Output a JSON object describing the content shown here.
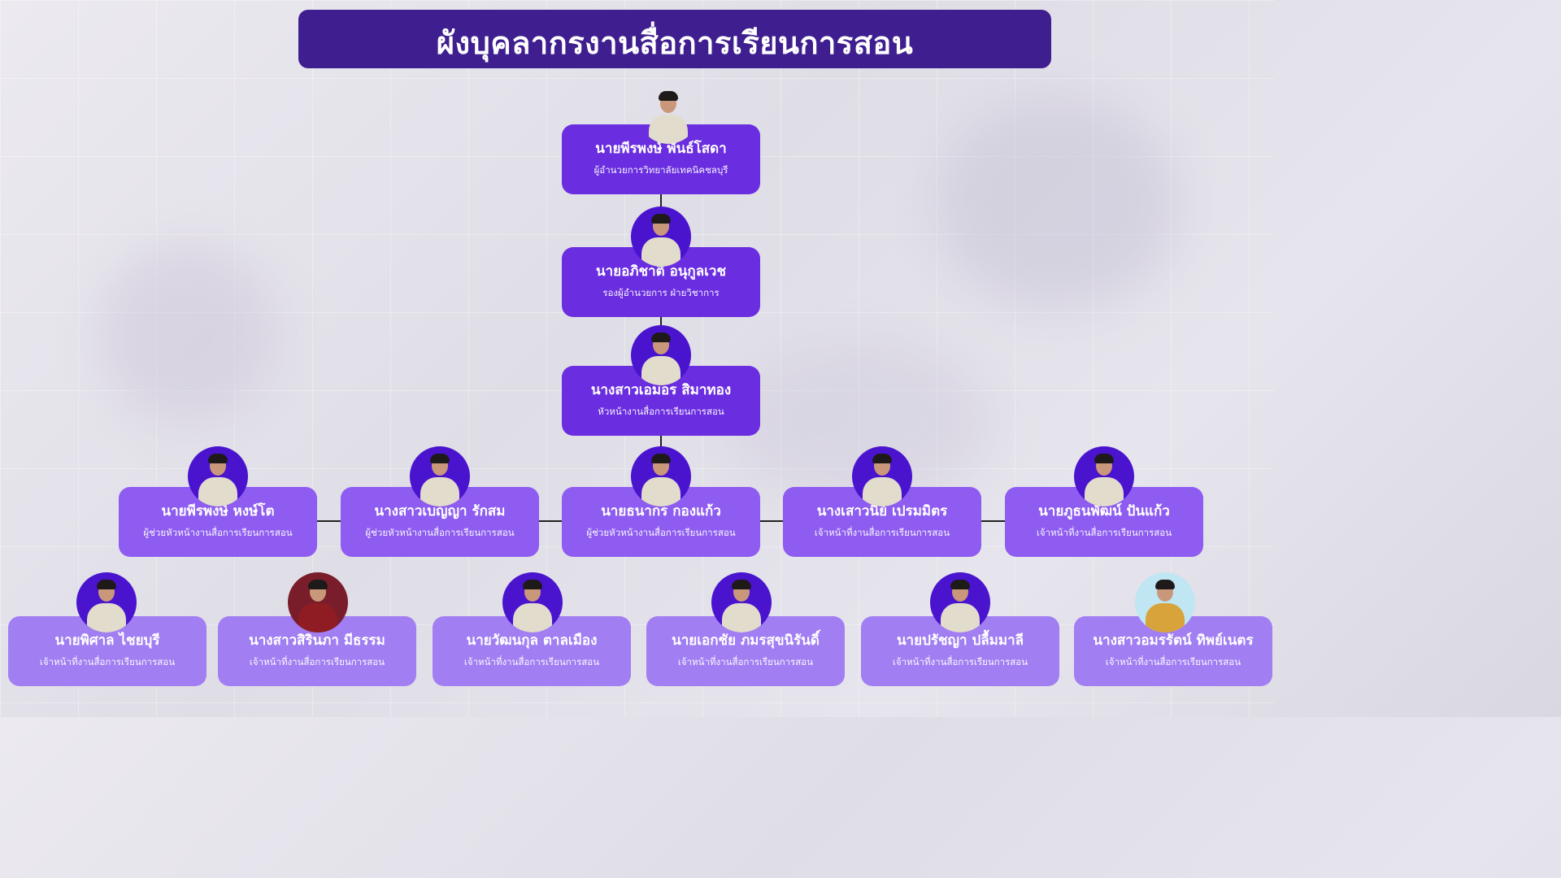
{
  "title": "ผังบุคลากรงานสื่อการเรียนการสอน",
  "colors": {
    "title_bg": "#3f1e8f",
    "node_dark": "#6a2de0",
    "node_mid": "#8e5cf0",
    "node_light": "#a17ef2",
    "avatar_bg": "#4a14cf"
  },
  "people": [
    {
      "id": "director",
      "name": "นายพีรพงษ์  พันธ์โสดา",
      "role": "ผู้อำนวยการวิทยาลัยเทคนิคชลบุรี",
      "icon": "person-photo-icon"
    },
    {
      "id": "deputy",
      "name": "นายอภิชาติ  อนุกูลเวช",
      "role": "รองผู้อำนวยการ ฝ่ายวิชาการ",
      "icon": "person-photo-icon"
    },
    {
      "id": "head",
      "name": "นางสาวเอมอร  สิมาทอง",
      "role": "หัวหน้างานสื่อการเรียนการสอน",
      "icon": "person-photo-icon"
    },
    {
      "id": "r1",
      "name": "นายพีรพงษ์  หงษ์โต",
      "role": "ผู้ช่วยหัวหน้างานสื่อการเรียนการสอน",
      "icon": "person-photo-icon"
    },
    {
      "id": "r2",
      "name": "นางสาวเบญญา  รักสม",
      "role": "ผู้ช่วยหัวหน้างานสื่อการเรียนการสอน",
      "icon": "person-photo-icon"
    },
    {
      "id": "r3",
      "name": "นายธนากร  กองแก้ว",
      "role": "ผู้ช่วยหัวหน้างานสื่อการเรียนการสอน",
      "icon": "person-photo-icon"
    },
    {
      "id": "r4",
      "name": "นางเสาวนีย์  เปรมมิตร",
      "role": "เจ้าหน้าที่งานสื่อการเรียนการสอน",
      "icon": "person-photo-icon"
    },
    {
      "id": "r5",
      "name": "นายภูธนพัฒน์  ปันแก้ว",
      "role": "เจ้าหน้าที่งานสื่อการเรียนการสอน",
      "icon": "person-photo-icon"
    },
    {
      "id": "b1",
      "name": "นายพิศาล  ไชยบุรี",
      "role": "เจ้าหน้าที่งานสื่อการเรียนการสอน",
      "icon": "person-photo-icon"
    },
    {
      "id": "b2",
      "name": "นางสาวสิรินภา  มีธรรม",
      "role": "เจ้าหน้าที่งานสื่อการเรียนการสอน",
      "icon": "person-photo-icon"
    },
    {
      "id": "b3",
      "name": "นายวัฒนกุล  ตาลเมือง",
      "role": "เจ้าหน้าที่งานสื่อการเรียนการสอน",
      "icon": "person-photo-icon"
    },
    {
      "id": "b4",
      "name": "นายเอกชัย  ภมรสุขนิรันดิ์",
      "role": "เจ้าหน้าที่งานสื่อการเรียนการสอน",
      "icon": "person-photo-icon"
    },
    {
      "id": "b5",
      "name": "นายปรัชญา  ปลื้มมาลี",
      "role": "เจ้าหน้าที่งานสื่อการเรียนการสอน",
      "icon": "person-photo-icon"
    },
    {
      "id": "b6",
      "name": "นางสาวอมรรัตน์  ทิพย์เนตร",
      "role": "เจ้าหน้าที่งานสื่อการเรียนการสอน",
      "icon": "person-photo-icon"
    }
  ]
}
